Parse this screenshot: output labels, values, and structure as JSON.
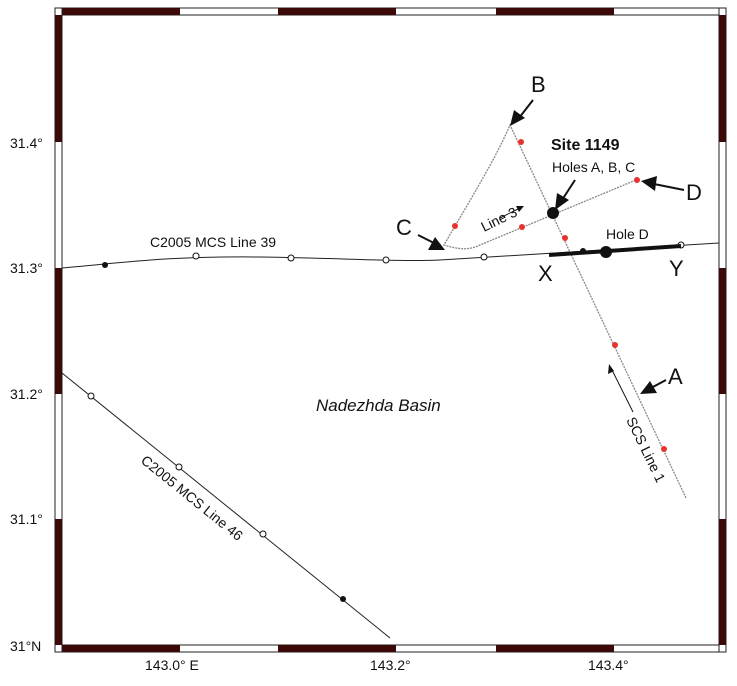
{
  "map": {
    "basin_label": "Nadezhda Basin",
    "y_ticks": [
      "31.4°",
      "31.3°",
      "31.2°",
      "31.1°",
      "31°N"
    ],
    "x_ticks": [
      "143.0° E",
      "143.2°",
      "143.4°"
    ],
    "corner_labels": {
      "B": "B",
      "C": "C",
      "D": "D",
      "A": "A",
      "X": "X",
      "Y": "Y"
    },
    "site_title": "Site 1149",
    "holes_abc": "Holes A, B, C",
    "hole_d": "Hole D",
    "line3": "Line 3",
    "mcs39": "C2005 MCS Line 39",
    "mcs46": "C2005 MCS Line 46",
    "scs1": "SCS Line 1",
    "colors": {
      "frame": "#3b0a08",
      "track": "#888888",
      "red_marker": "#e8322e",
      "ink": "#111111"
    }
  }
}
